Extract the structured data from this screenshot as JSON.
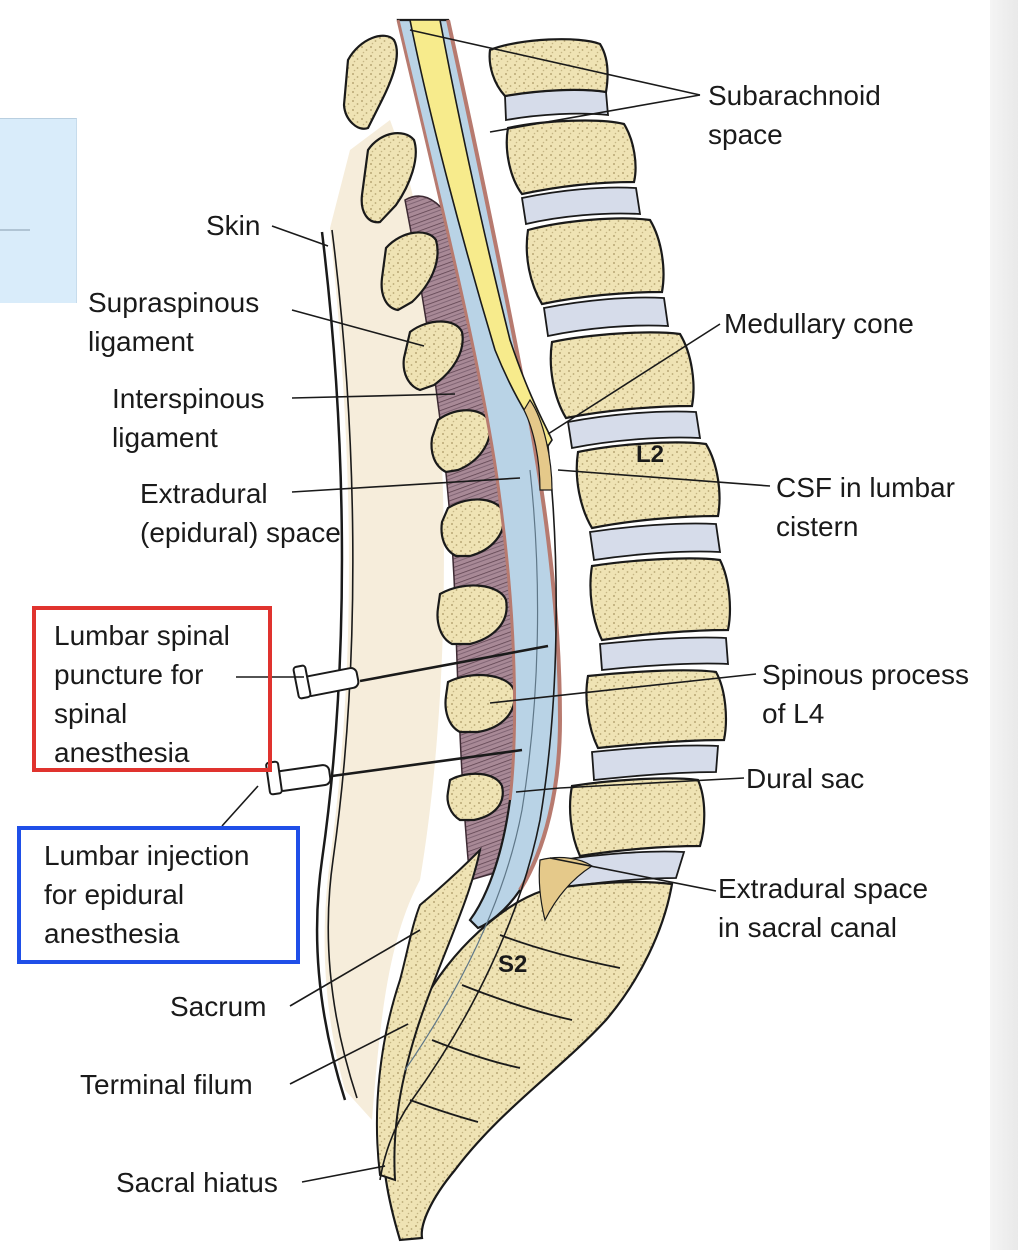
{
  "colors": {
    "bone": "#efe3b4",
    "bone_stipple": "#b8a774",
    "disc": "#d6dcea",
    "spinal_cord": "#f7eb8c",
    "csf": "#b9d3e6",
    "ligament": "#8f6f7c",
    "dura": "#b77a6f",
    "soft_tissue": "#f6eddb",
    "outline": "#1a1a1a",
    "spinal_box_border": "#e0332e",
    "epidural_box_border": "#1f4fe8"
  },
  "labels": {
    "subarachnoid": [
      "Subarachnoid",
      "space"
    ],
    "skin": [
      "Skin"
    ],
    "supraspinous": [
      "Supraspinous",
      "ligament"
    ],
    "interspinous": [
      "Interspinous",
      "ligament"
    ],
    "medullary_cone": [
      "Medullary cone"
    ],
    "extradural": [
      "Extradural",
      "(epidural) space"
    ],
    "csf": [
      "CSF in lumbar",
      "cistern"
    ],
    "lumbar_spinal": [
      "Lumbar spinal",
      "puncture for",
      "spinal",
      "anesthesia"
    ],
    "spinous_process": [
      "Spinous process",
      "of L4"
    ],
    "dural_sac": [
      "Dural sac"
    ],
    "lumbar_injection": [
      "Lumbar injection",
      "for epidural",
      "anesthesia"
    ],
    "extradural_sacral": [
      "Extradural space",
      "in sacral canal"
    ],
    "sacrum": [
      "Sacrum"
    ],
    "terminal_filum": [
      "Terminal filum"
    ],
    "sacral_hiatus": [
      "Sacral hiatus"
    ]
  },
  "vertebra_labels": {
    "l2": "L2",
    "s2": "S2"
  }
}
